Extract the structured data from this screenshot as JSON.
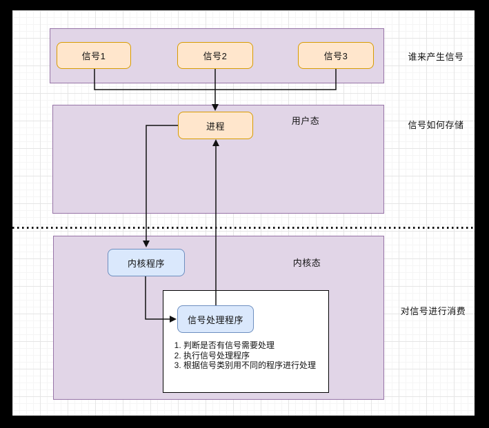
{
  "canvas": {
    "frame_color": "#000000",
    "background": "#ffffff",
    "grid_minor_color": "#f5f5f5",
    "grid_major_color": "#e5e5e5"
  },
  "colors": {
    "region_fill": "#e1d5e7",
    "region_border": "#9673a6",
    "signal_node_fill": "#ffe6cc",
    "signal_node_border": "#d79b00",
    "kernel_node_fill": "#dae8fc",
    "kernel_node_border": "#6c8ebf",
    "connector": "#000000"
  },
  "nodes": {
    "signal1": {
      "label": "信号1"
    },
    "signal2": {
      "label": "信号2"
    },
    "signal3": {
      "label": "信号3"
    },
    "process": {
      "label": "进程"
    },
    "kernel_program": {
      "label": "内核程序"
    },
    "signal_handler": {
      "label": "信号处理程序"
    }
  },
  "region_labels": {
    "user_mode": "用户态",
    "kernel_mode": "内核态"
  },
  "side_labels": {
    "produce": "谁来产生信号",
    "store": "信号如何存储",
    "consume": "对信号进行消费"
  },
  "handler_steps": [
    "判断是否有信号需要处理",
    "执行信号处理程序",
    "根据信号类别用不同的程序进行处理"
  ]
}
